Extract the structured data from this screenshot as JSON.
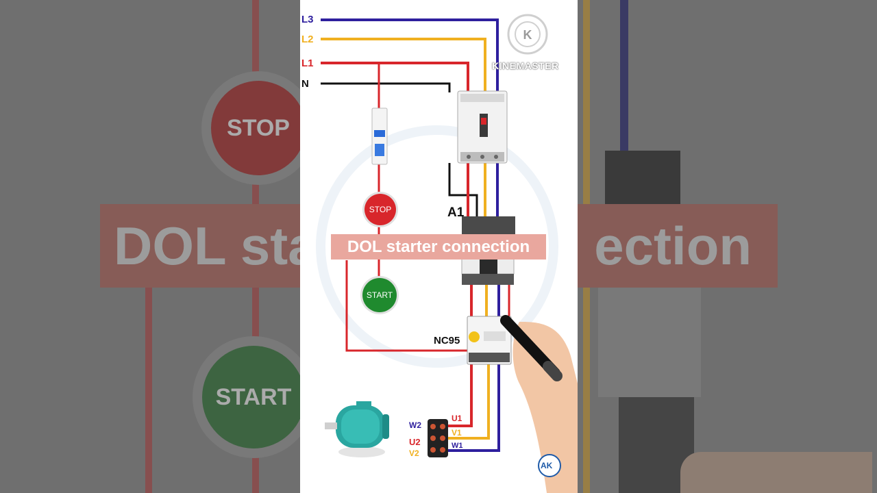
{
  "diagram": {
    "title": "DOL starter connection",
    "lines": {
      "l3": "L3",
      "l2": "L2",
      "l1": "L1",
      "n": "N"
    },
    "stop_label": "STOP",
    "start_label": "START",
    "coil_label": "A1",
    "overload_label": "NC95",
    "terminals": {
      "w2": "W2",
      "u2": "U2",
      "v2": "V2",
      "u1": "U1",
      "v1": "V1",
      "w1": "W1"
    },
    "watermark": "KINEMASTER",
    "badge": "AK"
  },
  "colors": {
    "l3": "#2e1f9e",
    "l2": "#f0b020",
    "l1": "#d8262b",
    "n": "#111111",
    "title_bg": "#e9a79e",
    "stop": "#d8262b",
    "start": "#1f8a2e"
  }
}
